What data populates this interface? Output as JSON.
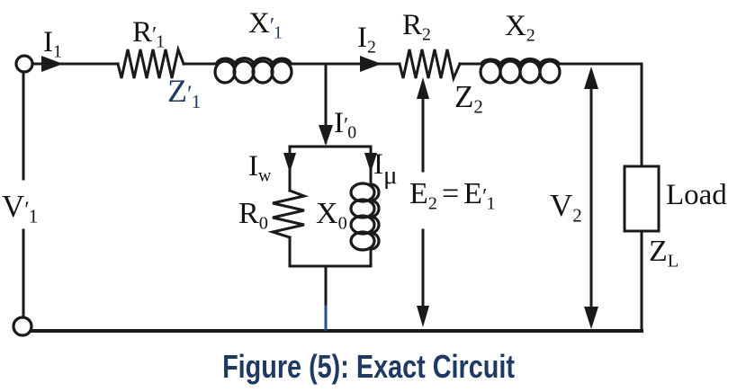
{
  "figure": {
    "caption": "Figure (5): Exact Circuit"
  },
  "colors": {
    "background": "#ffffff",
    "wire": "#1a1a1a",
    "accent": "#1e3a63",
    "branch_blue": "#2d4d8e"
  },
  "labels": {
    "i1": {
      "main": "I",
      "sub": "1"
    },
    "r1_prime": {
      "main": "R",
      "prime": "′",
      "sub": "1"
    },
    "x1_prime": {
      "main": "X",
      "prime": "′",
      "sub": "1"
    },
    "z1_prime": {
      "main": "Z",
      "prime": "′",
      "sub": "1"
    },
    "i2": {
      "main": "I",
      "sub": "2"
    },
    "r2": {
      "main": "R",
      "sub": "2"
    },
    "x2": {
      "main": "X",
      "sub": "2"
    },
    "z2": {
      "main": "Z",
      "sub": "2"
    },
    "i0_prime": {
      "main": "I",
      "prime": "′",
      "sub": "0"
    },
    "iw": {
      "main": "I",
      "sub": "w"
    },
    "imu": {
      "main": "I",
      "sub": "μ"
    },
    "r0": {
      "main": "R",
      "sub": "0"
    },
    "x0": {
      "main": "X",
      "sub": "0"
    },
    "e2": {
      "main": "E",
      "sub": "2"
    },
    "equals": "=",
    "e1_prime": {
      "main": "E",
      "prime": "′",
      "sub": "1"
    },
    "v2": {
      "main": "V",
      "sub": "2"
    },
    "v1_prime": {
      "main": "V",
      "prime": "′",
      "sub": "1"
    },
    "load": "Load",
    "zl": {
      "main": "Z",
      "sub": "L"
    }
  }
}
